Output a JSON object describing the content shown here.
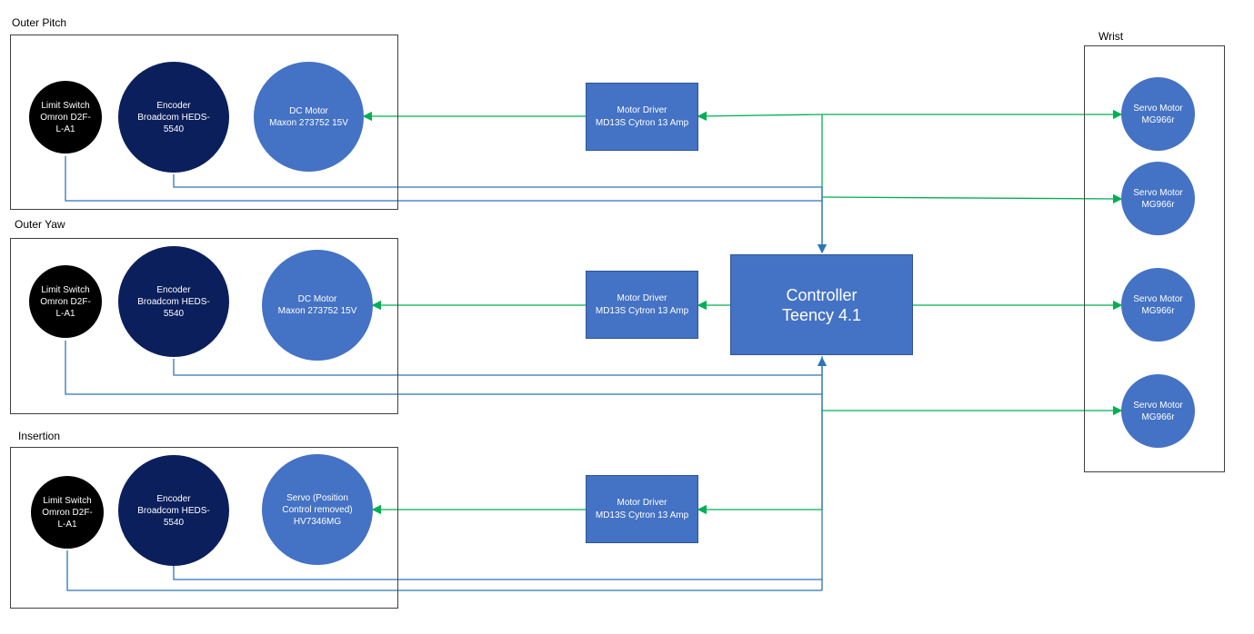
{
  "groups": {
    "outer_pitch": {
      "label": "Outer Pitch",
      "limit_switch": "Limit Switch\nOmron D2F-\nL-A1",
      "encoder": "Encoder\nBroadcom HEDS-\n5540",
      "motor": "DC Motor\nMaxon 273752 15V",
      "driver": "Motor Driver\nMD13S Cytron 13 Amp"
    },
    "outer_yaw": {
      "label": "Outer Yaw",
      "limit_switch": "Limit Switch\nOmron D2F-\nL-A1",
      "encoder": "Encoder\nBroadcom HEDS-\n5540",
      "motor": "DC Motor\nMaxon 273752 15V",
      "driver": "Motor Driver\nMD13S Cytron 13 Amp"
    },
    "insertion": {
      "label": "Insertion",
      "limit_switch": "Limit Switch\nOmron D2F-\nL-A1",
      "encoder": "Encoder\nBroadcom HEDS-\n5540",
      "motor": "Servo (Position\nControl removed)\nHV7346MG",
      "driver": "Motor Driver\nMD13S Cytron 13 Amp"
    },
    "wrist": {
      "label": "Wrist",
      "servos": [
        "Servo Motor\nMG966r",
        "Servo Motor\nMG966r",
        "Servo Motor\nMG966r",
        "Servo Motor\nMG966r"
      ]
    }
  },
  "controller": "Controller\nTeency 4.1",
  "colors": {
    "power_line": "#00b050",
    "signal_line": "#2e75b6",
    "component_blue": "#4472c4",
    "encoder_navy": "#0b1f5c",
    "switch_black": "#000000"
  }
}
